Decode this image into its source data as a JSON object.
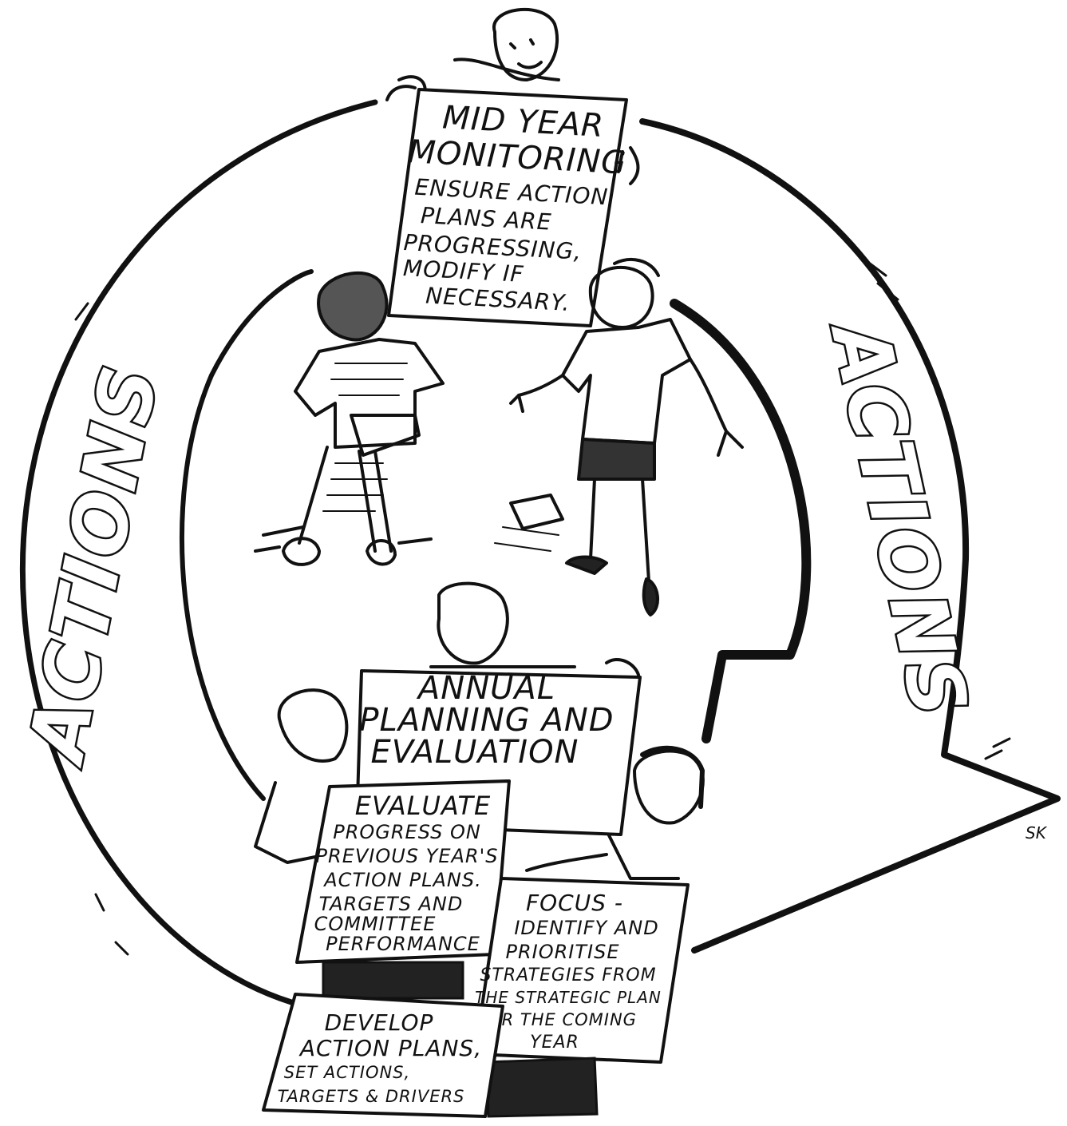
{
  "diagram": {
    "left_arrow_label": "ACTIONS",
    "right_arrow_label": "ACTIONS",
    "signature": "SK"
  },
  "mid_year_sign": {
    "title_lines": [
      "MID YEAR",
      "MONITORING"
    ],
    "body_lines": [
      "ENSURE ACTION",
      "PLANS ARE",
      "PROGRESSING,",
      "MODIFY IF",
      "NECESSARY."
    ]
  },
  "annual_sign": {
    "title_lines": [
      "ANNUAL",
      "PLANNING AND",
      "EVALUATION"
    ]
  },
  "evaluate_sign": {
    "title": "EVALUATE",
    "body_lines": [
      "PROGRESS ON",
      "PREVIOUS YEAR'S",
      "ACTION PLANS.",
      "TARGETS AND",
      "COMMITTEE",
      "PERFORMANCE"
    ]
  },
  "focus_sign": {
    "lines": [
      "FOCUS -",
      "IDENTIFY AND",
      "PRIORITISE",
      "STRATEGIES FROM",
      "THE STRATEGIC PLAN",
      "FOR THE COMING",
      "YEAR"
    ]
  },
  "develop_sign": {
    "title_lines": [
      "DEVELOP",
      "ACTION PLANS,"
    ],
    "body_lines": [
      "SET ACTIONS,",
      "TARGETS & DRIVERS"
    ]
  }
}
